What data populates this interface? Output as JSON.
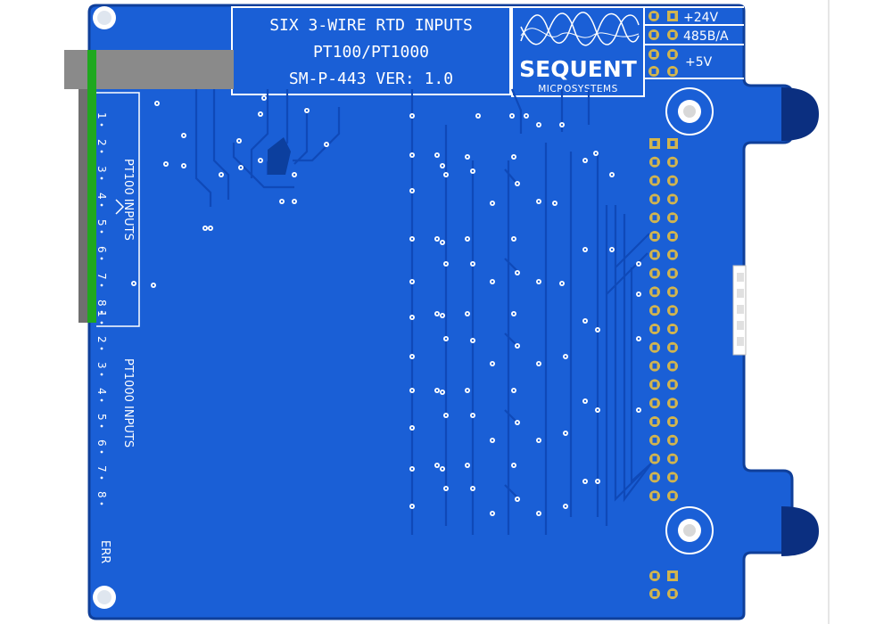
{
  "title_block": {
    "line1": "SIX 3-WIRE RTD INPUTS",
    "line2": "PT100/PT1000",
    "line3": "SM-P-443 VER: 1.0"
  },
  "logo": {
    "brand": "SEQUENT",
    "sub": "MICROSYSTEMS"
  },
  "power_labels": {
    "v24": "+24V",
    "rs485": "485B/A",
    "v5": "+5V"
  },
  "pt100": {
    "label": "PT100 INPUTS",
    "pins": [
      "1",
      "2",
      "3",
      "4",
      "5",
      "6",
      "7",
      "8"
    ]
  },
  "pt1000": {
    "label": "PT1000 INPUTS",
    "pins": [
      "1",
      "2",
      "3",
      "4",
      "5",
      "6",
      "7",
      "8"
    ]
  },
  "err_label": "ERR",
  "colors": {
    "board": "#1a5fd6",
    "board_edge": "#0f3f9a",
    "pad": "#d2b54e",
    "connector_gray": "#8a8a8a",
    "connector_green": "#1fa81f"
  }
}
